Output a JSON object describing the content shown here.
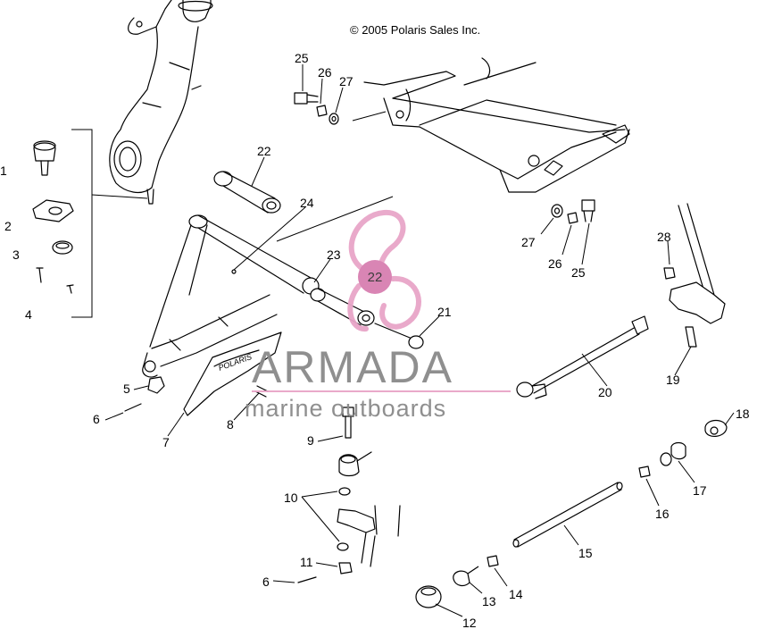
{
  "copyright": "© 2005 Polaris Sales Inc.",
  "decal_text": "POLARIS",
  "watermark": {
    "brand": "ARMADA",
    "tagline": "marine outboards",
    "badge_number": "22",
    "logo_color": "#e8a5c8"
  },
  "callouts": {
    "c1": "1",
    "c2": "2",
    "c3": "3",
    "c4": "4",
    "c5": "5",
    "c6a": "6",
    "c6b": "6",
    "c7": "7",
    "c8": "8",
    "c9": "9",
    "c10": "10",
    "c11": "11",
    "c12": "12",
    "c13": "13",
    "c14": "14",
    "c15": "15",
    "c16": "16",
    "c17": "17",
    "c18": "18",
    "c19": "19",
    "c20": "20",
    "c21": "21",
    "c22": "22",
    "c23": "23",
    "c24": "24",
    "c25a": "25",
    "c26a": "26",
    "c27a": "27",
    "c25b": "25",
    "c26b": "26",
    "c27b": "27",
    "c28": "28"
  }
}
